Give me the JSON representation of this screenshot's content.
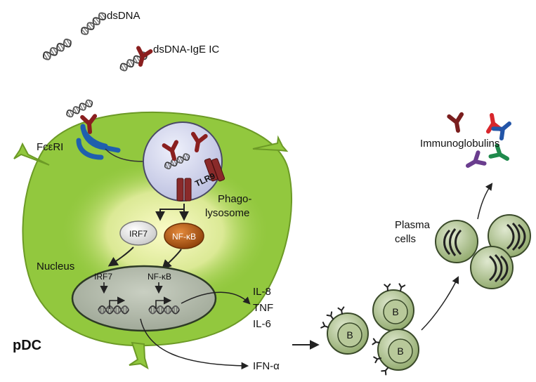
{
  "labels": {
    "dsdna": "dsDNA",
    "dsdna_ige": "dsDNA-IgE IC",
    "fceri": "FcεRI",
    "tlr9": "TLR9",
    "phago_line1": "Phago-",
    "phago_line2": "lysosome",
    "irf7_node": "IRF7",
    "nfkb_node": "NF-κB",
    "nucleus": "Nucleus",
    "irf7_nuc": "IRF7",
    "nfkb_nuc": "NF-κB",
    "il8": "IL-8",
    "tnf": "TNF",
    "il6": "IL-6",
    "ifn": "IFN-α",
    "pdc": "pDC",
    "b_cell": "B",
    "plasma_line1": "Plasma",
    "plasma_line2": "cells",
    "immunoglobulins": "Immunoglobulins"
  },
  "colors": {
    "cell_fill": "#92c83e",
    "cell_stroke": "#6c9a26",
    "glow": "#f6f7a8",
    "phagolysosome": "#d7d9ef",
    "nucleus": "#b5bcae",
    "antibody_red": "#8a1f1f",
    "receptor_blue": "#1f5fae",
    "nfkb_orange": "#b5580f",
    "irf7_fill": "#eeeeee",
    "bcell_fill": "#b8cc97",
    "ig_red": "#d8262c",
    "ig_blue": "#2355a8",
    "ig_green": "#1f8a4c",
    "ig_purple": "#6a3d8e",
    "ig_darkred": "#7a1e1e"
  }
}
